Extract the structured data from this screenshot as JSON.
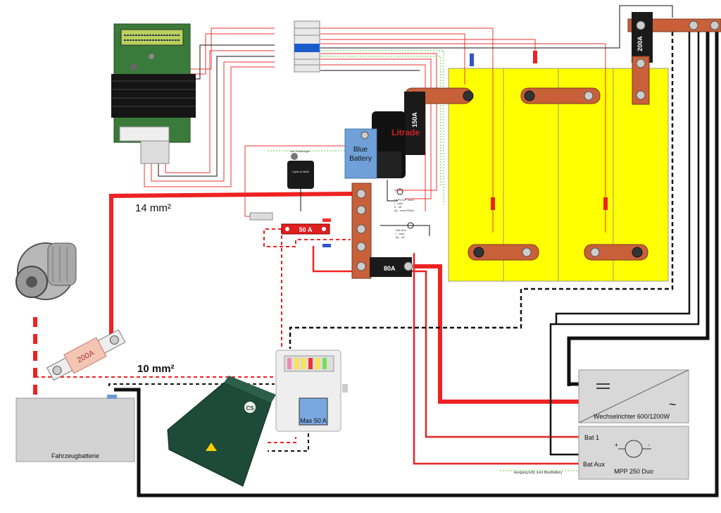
{
  "labels": {
    "cable_14": "14 mm²",
    "cable_10": "10 mm²",
    "fuse_200_left": "200A",
    "fuse_200_top": "200A",
    "fuse_150": "150A",
    "fuse_80": "80A",
    "fuse_50": "50 A",
    "blue_battery_1": "Blue",
    "blue_battery_2": "Battery",
    "litrade": "Litrade",
    "fahrzeugbatterie": "Fahrzeugbatterie",
    "wechselrichter": "Wechselrichter 600/1200W",
    "mpp": "MPP 250 Duo",
    "bat1": "Bat 1",
    "bataux": "Bat Aux",
    "max50": "Max 50 A",
    "ausgang_ebl": "Ausgang EBL zum BlueBattery",
    "zum_solarregler": "zum Solarregler",
    "uvp_1": "UVP/OVP reset",
    "uvp_2": "I - auto",
    "uvp_3": "0 - off",
    "uvp_4": "(ii) - reset Rückr",
    "notaus_1": "Not-Aus",
    "notaus_2": "I - auto",
    "notaus_3": "(ii) - off",
    "cyrix": "Cyrix-ct 1616",
    "cs_brand": "CS"
  },
  "colors": {
    "red": "#ee2222",
    "black": "#111111",
    "yellow": "#ffff00",
    "busbar": "#c8603a",
    "blue_box": "#6fa0d8",
    "grey_box": "#d8d8d8",
    "green_wire": "#66cc33"
  }
}
